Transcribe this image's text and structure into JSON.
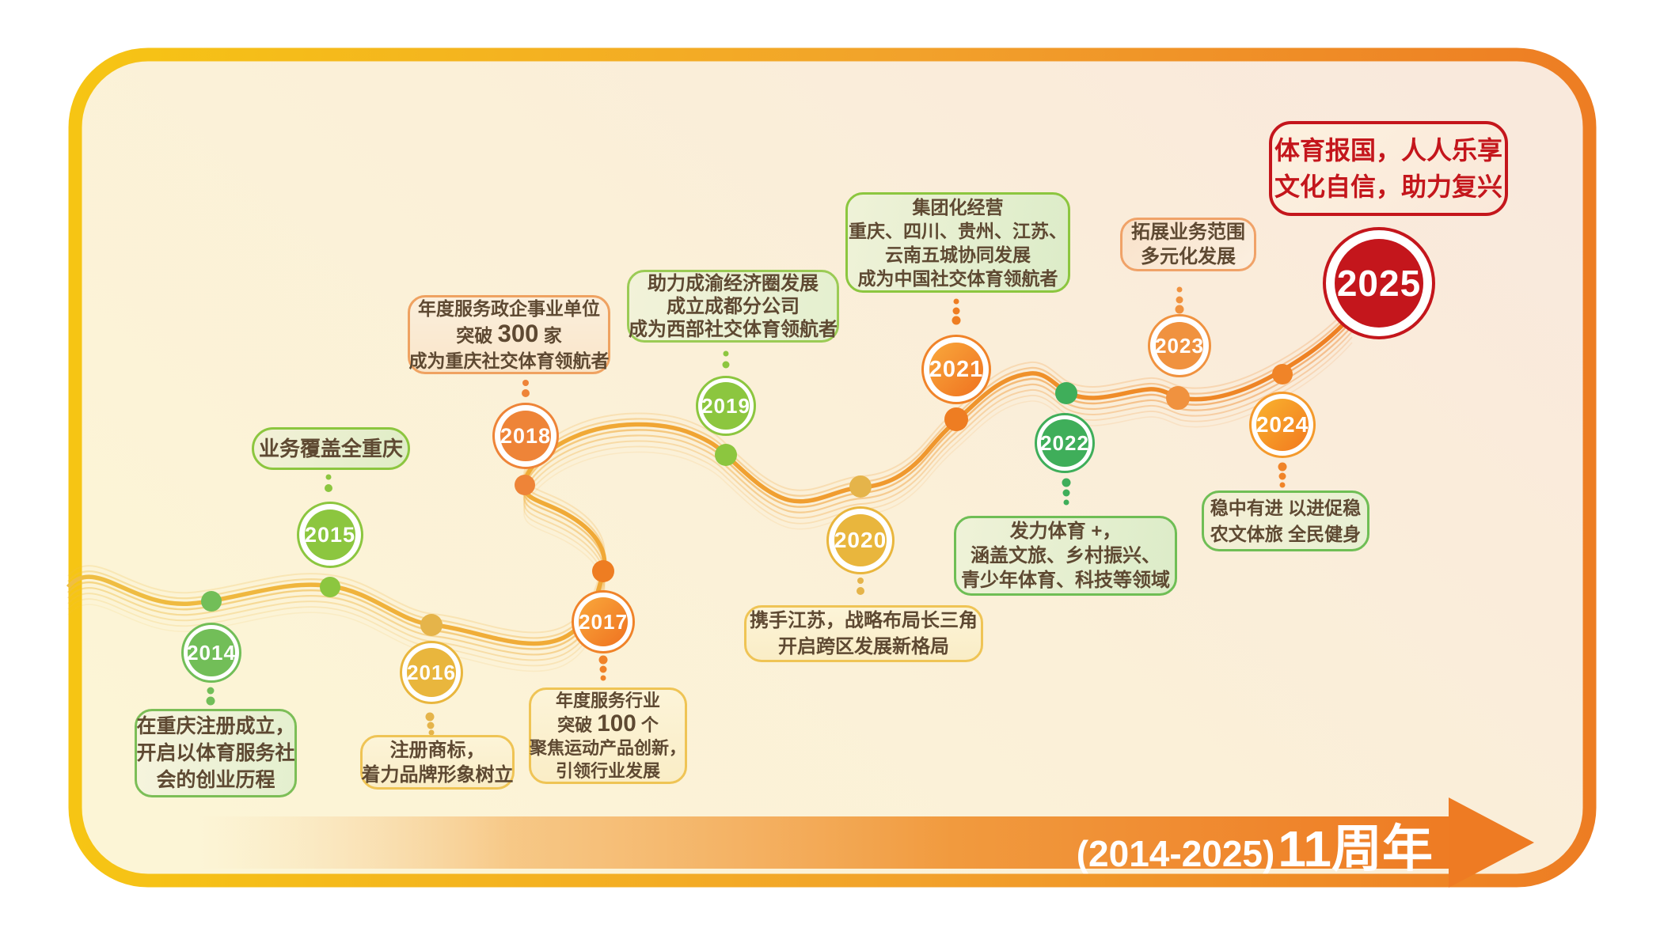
{
  "slogan": {
    "line1": "体育报国，人人乐享",
    "line2": "文化自信，助力复兴"
  },
  "banner": {
    "range": "(2014-2025)",
    "title": "11周年"
  },
  "milestones": [
    {
      "year": "2014",
      "desc": [
        "在重庆注册成立，",
        "开启以体育服务社",
        "会的创业历程"
      ]
    },
    {
      "year": "2015",
      "desc": [
        "业务覆盖全重庆"
      ]
    },
    {
      "year": "2016",
      "desc": [
        "注册商标，",
        "着力品牌形象树立"
      ]
    },
    {
      "year": "2017",
      "desc1": "年度服务行业",
      "num_pre": "突破 ",
      "num": "100",
      "num_post": " 个",
      "desc3": "聚焦运动产品创新，",
      "desc4": "引领行业发展"
    },
    {
      "year": "2018",
      "desc1": "年度服务政企事业单位",
      "num_pre": "突破 ",
      "num": "300",
      "num_post": " 家",
      "desc3": "成为重庆社交体育领航者"
    },
    {
      "year": "2019",
      "desc": [
        "助力成渝经济圈发展",
        "成立成都分公司",
        "成为西部社交体育领航者"
      ]
    },
    {
      "year": "2020",
      "desc": [
        "携手江苏，战略布局长三角",
        "开启跨区发展新格局"
      ]
    },
    {
      "year": "2021",
      "desc": [
        "集团化经营",
        "重庆、四川、贵州、江苏、",
        "云南五城协同发展",
        "成为中国社交体育领航者"
      ]
    },
    {
      "year": "2022",
      "desc": [
        "发力体育 +，",
        "涵盖文旅、乡村振兴、",
        "青少年体育、科技等领域"
      ]
    },
    {
      "year": "2023",
      "desc": [
        "拓展业务范围",
        "多元化发展"
      ]
    },
    {
      "year": "2024",
      "desc": [
        "稳中有进 以进促稳",
        "农文体旅 全民健身"
      ]
    },
    {
      "year": "2025"
    }
  ],
  "colors": {
    "frame_yellow": "#F6C514",
    "frame_orange": "#ED7D23",
    "green": "#8CC63F",
    "green_dark": "#3FAE5A",
    "green_mid": "#72BE58",
    "gold": "#E9B63D",
    "orange": "#EE8438",
    "orange_deep": "#EE7B23",
    "red": "#C4161C",
    "note_text_brown": "#5E4932"
  }
}
